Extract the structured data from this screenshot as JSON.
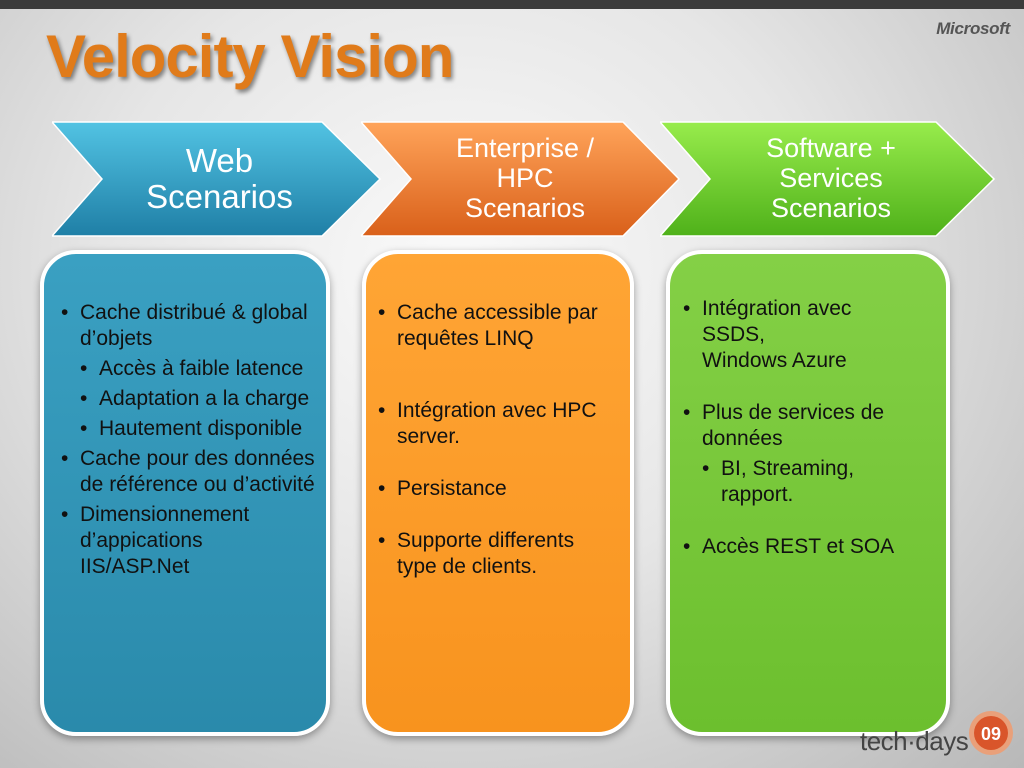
{
  "title": "Velocity Vision",
  "brand": "Microsoft",
  "footer": {
    "event": "tech·days",
    "badge": "09"
  },
  "colors": {
    "title": "#e07b1a",
    "web": "#2f9cbf",
    "enterprise": "#f07f1f",
    "software": "#6fcf24",
    "web_panel": "#2e8fae",
    "enterprise_panel": "#fb9e2c",
    "software_panel": "#74c73a"
  },
  "columns": [
    {
      "heading": "Web\nScenarios",
      "items": [
        {
          "text": "Cache distribué & global d’objets",
          "level": 0
        },
        {
          "text": "Accès à faible latence",
          "level": 1
        },
        {
          "text": "Adaptation a la charge",
          "level": 1
        },
        {
          "text": "Hautement disponible",
          "level": 1
        },
        {
          "text": "Cache pour des données de référence ou d’activité",
          "level": 0
        },
        {
          "text": "Dimensionnement d’appications IIS/ASP.Net",
          "level": 0
        }
      ]
    },
    {
      "heading": "Enterprise /\nHPC\nScenarios",
      "items": [
        {
          "text": "Cache accessible par requêtes LINQ",
          "level": 0
        },
        {
          "text": "Intégration avec HPC server.",
          "level": 0
        },
        {
          "text": "Persistance",
          "level": 0
        },
        {
          "text": "Supporte differents type de clients.",
          "level": 0
        }
      ]
    },
    {
      "heading": "Software +\nServices\nScenarios",
      "items": [
        {
          "text": "Intégration avec SSDS, Windows Azure",
          "level": 0
        },
        {
          "text": "Plus de services de données",
          "level": 0
        },
        {
          "text": "BI, Streaming, rapport.",
          "level": 1
        },
        {
          "text": "Accès REST et SOA",
          "level": 0
        }
      ]
    }
  ]
}
